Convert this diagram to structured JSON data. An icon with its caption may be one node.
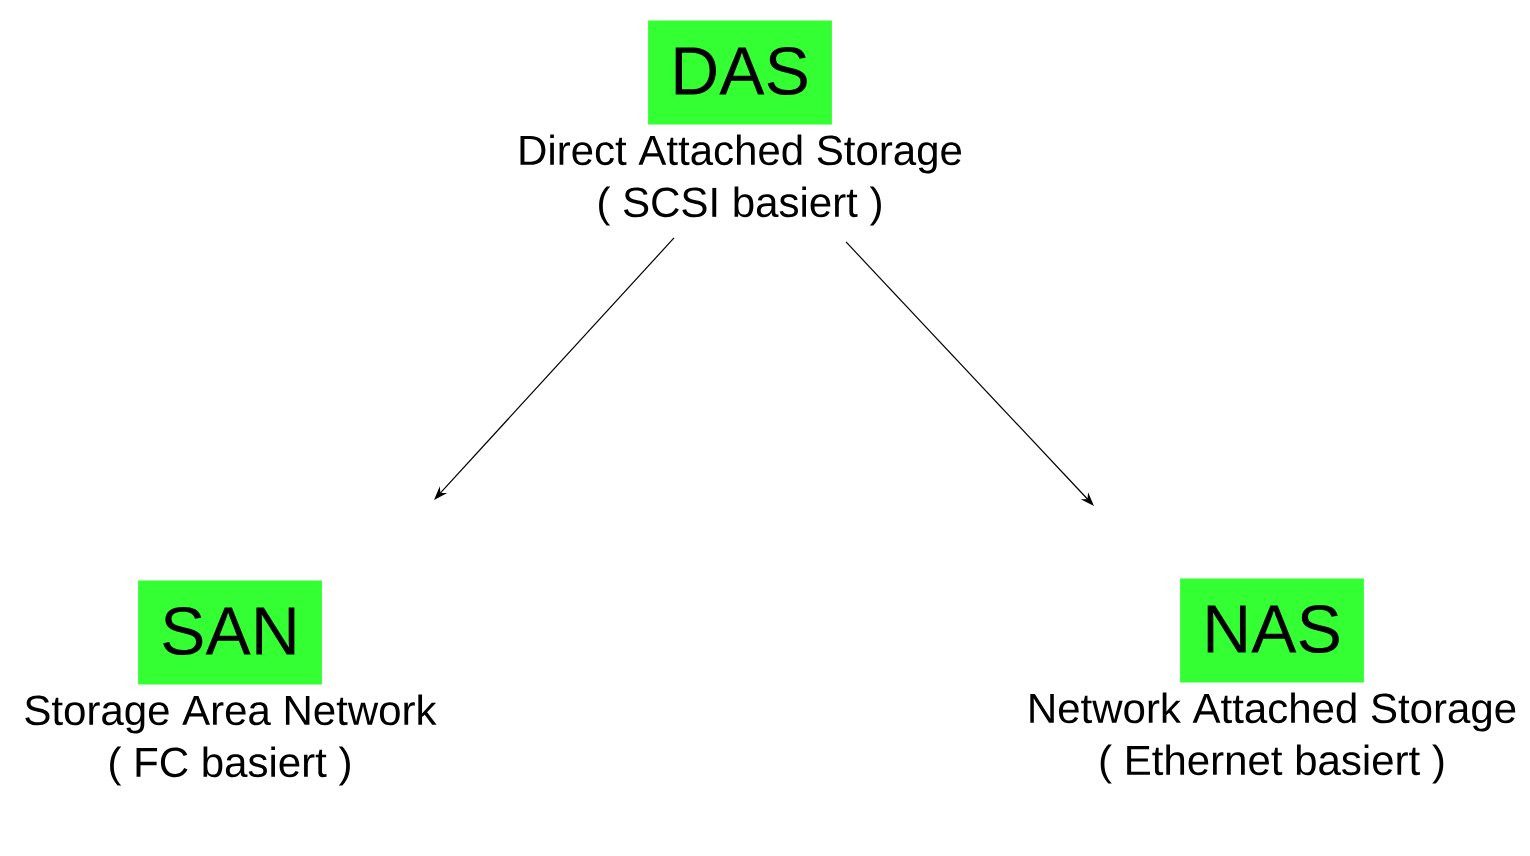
{
  "diagram": {
    "nodes": [
      {
        "text": [
          "DAS",
          "Direct Attached Storage ( SCSI basiert )"
        ]
      },
      {
        "text": [
          "SAN",
          "Storage Area Network ( FC basiert )"
        ]
      },
      {
        "text": [
          "NAS",
          "Network Attached Storage ( Ethernet basiert )"
        ]
      }
    ],
    "edges": [
      {
        "from": 0,
        "to": 1,
        "arrow": "to"
      },
      {
        "from": 0,
        "to": 2,
        "arrow": "to"
      }
    ]
  }
}
